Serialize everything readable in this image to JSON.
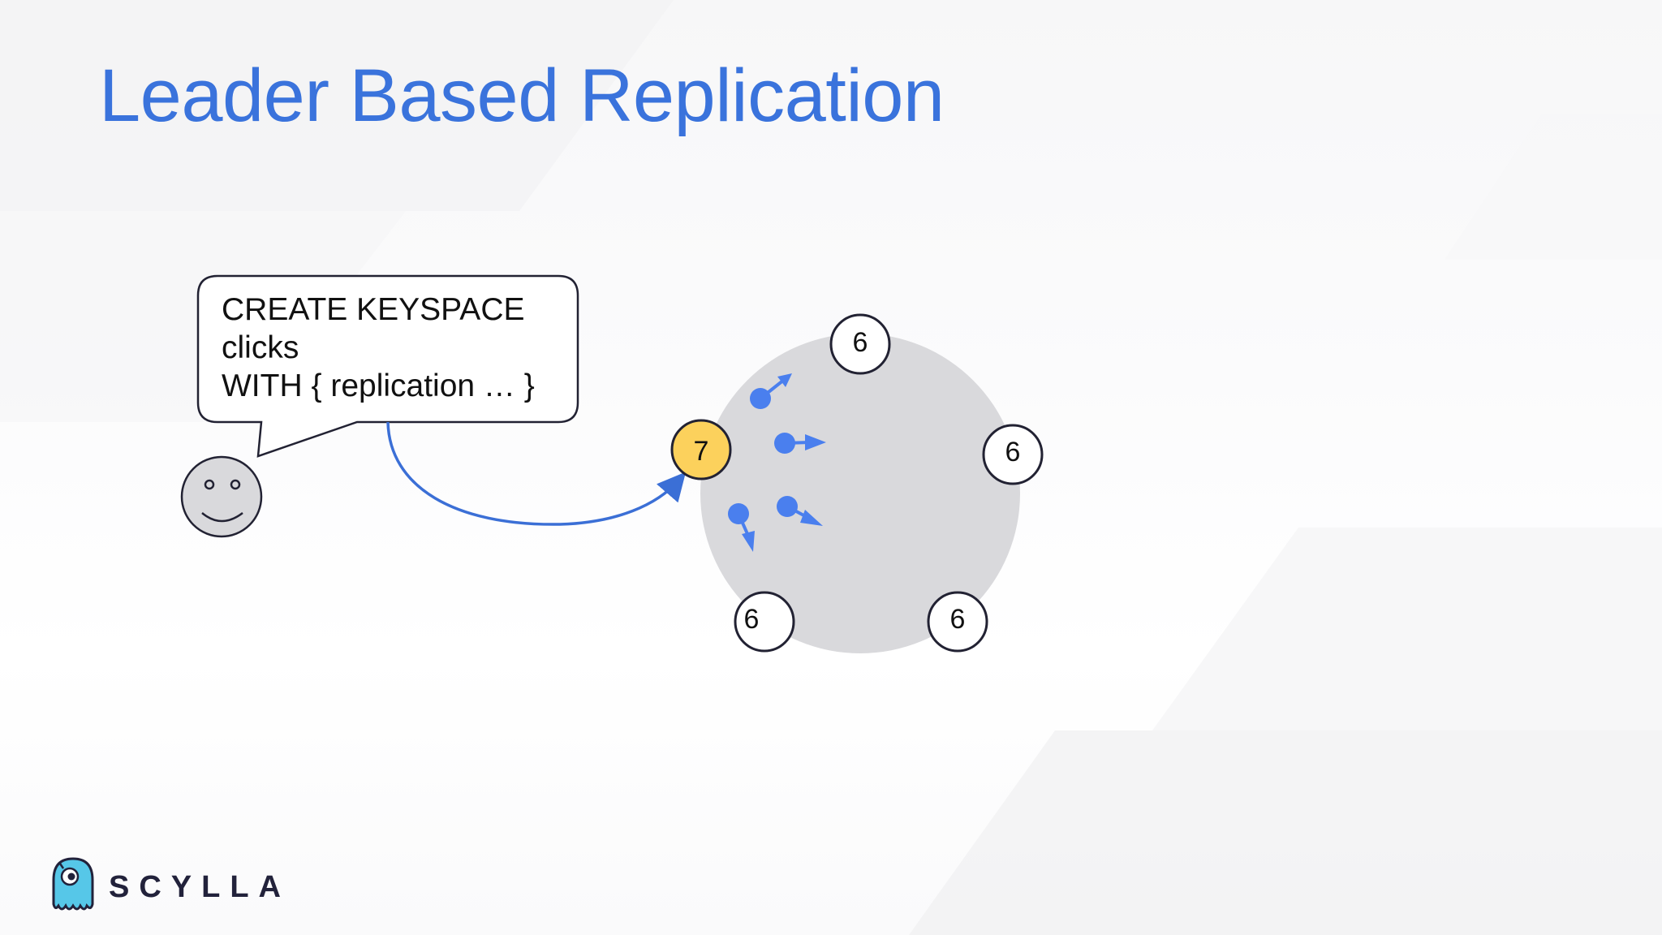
{
  "slide": {
    "title": "Leader Based Replication"
  },
  "bubble": {
    "lines": [
      "CREATE KEYSPACE",
      "clicks",
      "WITH { replication … }"
    ]
  },
  "nodes": [
    {
      "id": "leader",
      "label": "7",
      "role": "leader"
    },
    {
      "id": "top",
      "label": "6",
      "role": "replica"
    },
    {
      "id": "right",
      "label": "6",
      "role": "replica"
    },
    {
      "id": "bottom-right",
      "label": "6",
      "role": "replica"
    },
    {
      "id": "bottom-left",
      "label": "6",
      "role": "replica"
    }
  ],
  "brand": {
    "name": "SCYLLA"
  },
  "colors": {
    "title": "#3a73dc",
    "leader_fill": "#fcd15c",
    "ring_fill": "#d9d9dc",
    "arrow": "#3b6fd6",
    "message_dot": "#4a7fee",
    "logo_body": "#56c7e8"
  },
  "icons": [
    "smiley-face-icon",
    "scylla-mascot-icon"
  ]
}
